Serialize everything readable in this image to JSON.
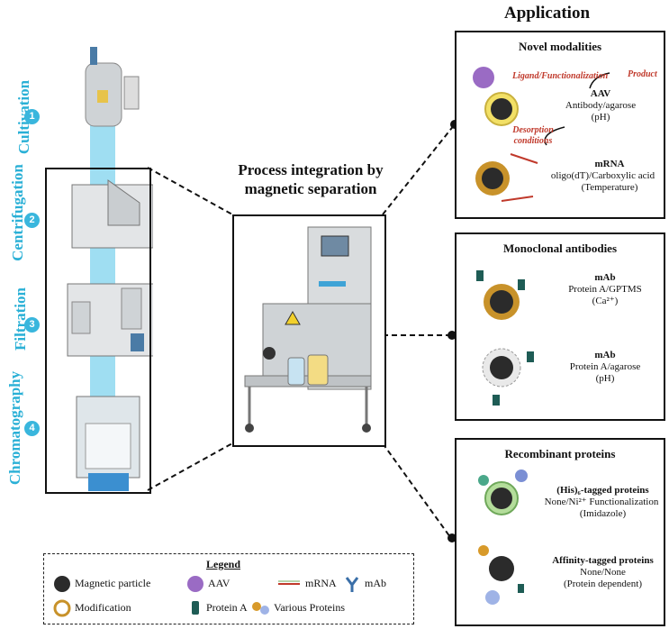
{
  "title": "Application",
  "center_title_line1": "Process integration by",
  "center_title_line2": "magnetic separation",
  "steps": [
    {
      "num": "1",
      "label": "Cultivation"
    },
    {
      "num": "2",
      "label": "Centrifugation"
    },
    {
      "num": "3",
      "label": "Filtration"
    },
    {
      "num": "4",
      "label": "Chromatography"
    }
  ],
  "novel": {
    "title": "Novel modalities",
    "ligand": "Ligand/Functionalization",
    "product": "Product",
    "desorption_1": "Desorption",
    "desorption_2": "conditions",
    "aav_name": "AAV",
    "aav_ligand": "Antibody/agarose",
    "aav_cond": "(pH)",
    "mrna_name": "mRNA",
    "mrna_ligand": "oligo(dT)/Carboxylic acid",
    "mrna_cond": "(Temperature)"
  },
  "mab": {
    "title": "Monoclonal antibodies",
    "a_name": "mAb",
    "a_ligand": "Protein A/GPTMS",
    "a_cond": "(Ca²⁺)",
    "b_name": "mAb",
    "b_ligand": "Protein A/agarose",
    "b_cond": "(pH)"
  },
  "recomb": {
    "title": "Recombinant proteins",
    "his_name": "(His)₆-tagged proteins",
    "his_ligand": "None/Ni²⁺ Functionalization",
    "his_cond": "(Imidazole)",
    "aff_name": "Affinity-tagged proteins",
    "aff_ligand": "None/None",
    "aff_cond": "(Protein dependent)"
  },
  "legend": {
    "title": "Legend",
    "magnetic": "Magnetic particle",
    "aav": "AAV",
    "mrna": "mRNA",
    "mab": "mAb",
    "modification": "Modification",
    "proteina": "Protein A",
    "various": "Various Proteins"
  },
  "colors": {
    "accent": "#2ab0d6",
    "red": "#c0392b",
    "gold": "#c8922a",
    "teal": "#1e5c55"
  }
}
